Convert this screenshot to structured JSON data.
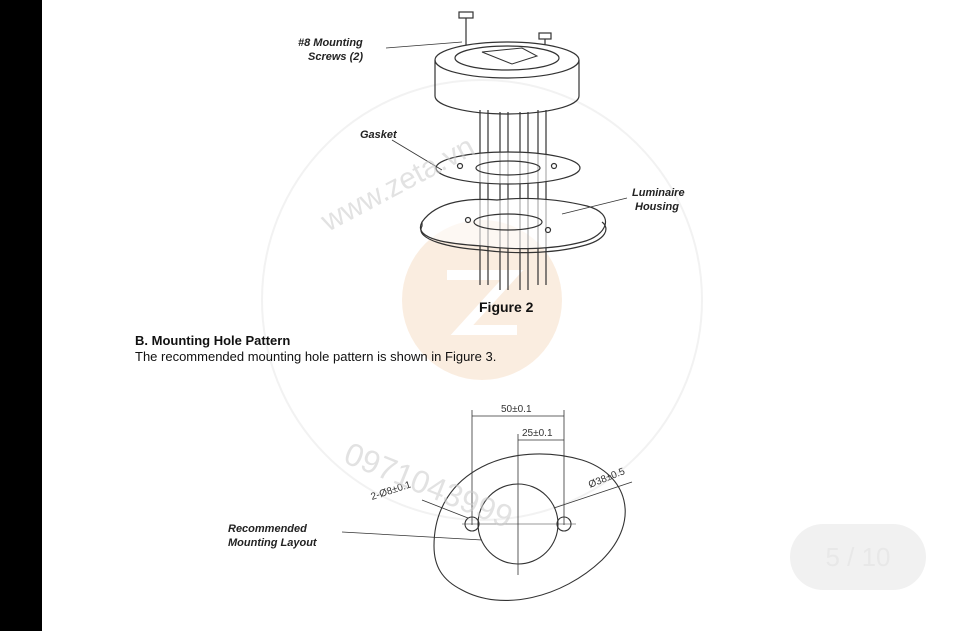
{
  "figure2": {
    "screws_label_line1": "#8 Mounting",
    "screws_label_line2": "Screws (2)",
    "gasket_label": "Gasket",
    "housing_label_line1": "Luminaire",
    "housing_label_line2": "Housing",
    "caption": "Figure 2"
  },
  "section": {
    "heading": "B. Mounting Hole Pattern",
    "body": "The recommended mounting hole pattern is shown in Figure 3."
  },
  "figure3": {
    "dim_outer": "50±0.1",
    "dim_inner": "25±0.1",
    "dim_holes": "2-Ø8±0.1",
    "dim_diameter": "Ø38±0.5",
    "layout_label_line1": "Recommended",
    "layout_label_line2": "Mounting Layout"
  },
  "watermark": {
    "url": "www.zeta.vn",
    "phone": "0971043999"
  },
  "page_indicator": "5 / 10"
}
